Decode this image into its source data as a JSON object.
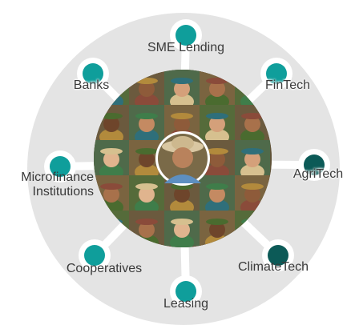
{
  "hub": {
    "image_label": "diverse farmers and entrepreneurs"
  },
  "nodes": [
    {
      "label": "SME Lending",
      "color": "#0f9e9b"
    },
    {
      "label": "FinTech",
      "color": "#0f9e9b"
    },
    {
      "label": "AgriTech",
      "color": "#0c5a57"
    },
    {
      "label": "ClimateTech",
      "color": "#0c5a57"
    },
    {
      "label": "Leasing",
      "color": "#0f9e9b"
    },
    {
      "label": "Cooperatives",
      "color": "#0f9e9b"
    },
    {
      "label": "Microfinance\nInstitutions",
      "color": "#0f9e9b"
    },
    {
      "label": "Banks",
      "color": "#0f9e9b"
    }
  ],
  "colors": {
    "ring": "#e4e4e4",
    "teal": "#0f9e9b",
    "dark_teal": "#0c5a57"
  }
}
